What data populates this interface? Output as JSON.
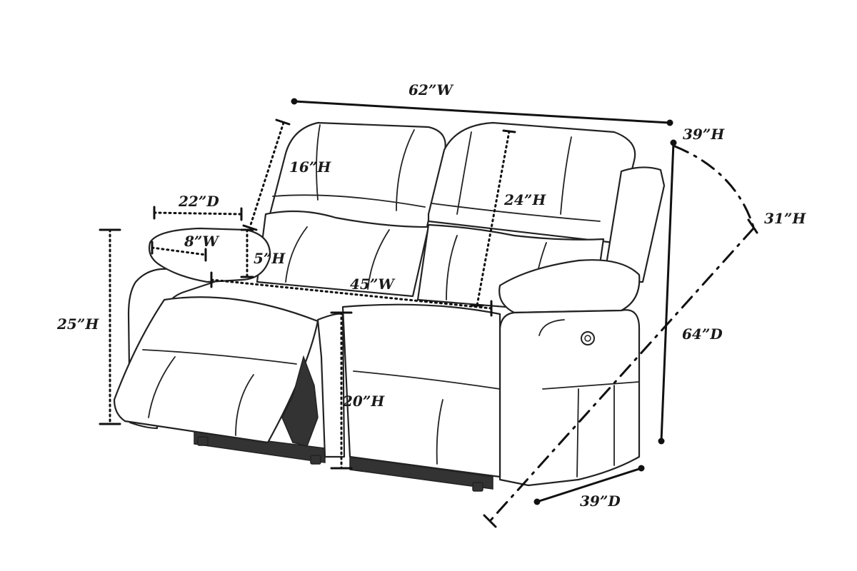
{
  "dimensions": {
    "overall_width": "62”W",
    "back_height_right": "39”H",
    "reclined_height": "31”H",
    "reclined_depth": "64”D",
    "overall_depth": "39”D",
    "back_height": "16”H",
    "arm_depth": "22”D",
    "arm_width": "8”W",
    "arm_height": "5”H",
    "seat_width": "45”W",
    "back_cushion_height": "24”H",
    "arm_floor_height": "25”H",
    "seat_height": "20”H"
  }
}
